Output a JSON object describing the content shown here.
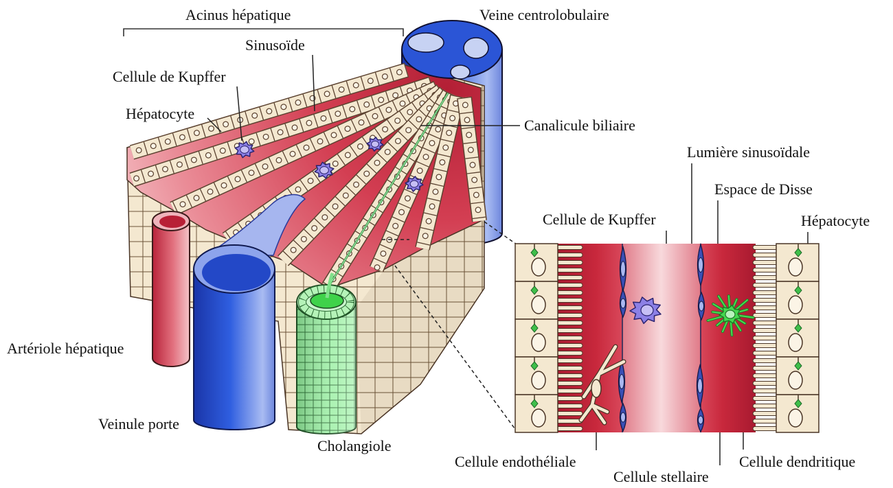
{
  "labels": {
    "acinus": "Acinus hépatique",
    "central_vein": "Veine centrolobulaire",
    "sinusoid": "Sinusoïde",
    "kupffer_left": "Cellule de Kupffer",
    "hepatocyte_left": "Hépatocyte",
    "bile_canaliculus": "Canalicule biliaire",
    "sinusoidal_lumen": "Lumière sinusoïdale",
    "space_of_disse": "Espace de Disse",
    "kupffer_right": "Cellule de Kupffer",
    "hepatocyte_right": "Hépatocyte",
    "hepatic_arteriole": "Artériole hépatique",
    "portal_venule": "Veinule porte",
    "cholangiole": "Cholangiole",
    "endothelial_cell": "Cellule endothéliale",
    "stellate_cell": "Cellule stellaire",
    "dendritic_cell": "Cellule dendritique"
  },
  "colors": {
    "vein": "#2a55d6",
    "arteriole": "#d8485a",
    "sinusoid": "#c8283c",
    "hepatocyte": "#f4e8d0",
    "cholangiole": "#7fe08a",
    "kupffer": "#8c80e6",
    "dendritic": "#46d84f",
    "endothelial": "#3a4fb5",
    "junction": "#3fbf4a"
  }
}
